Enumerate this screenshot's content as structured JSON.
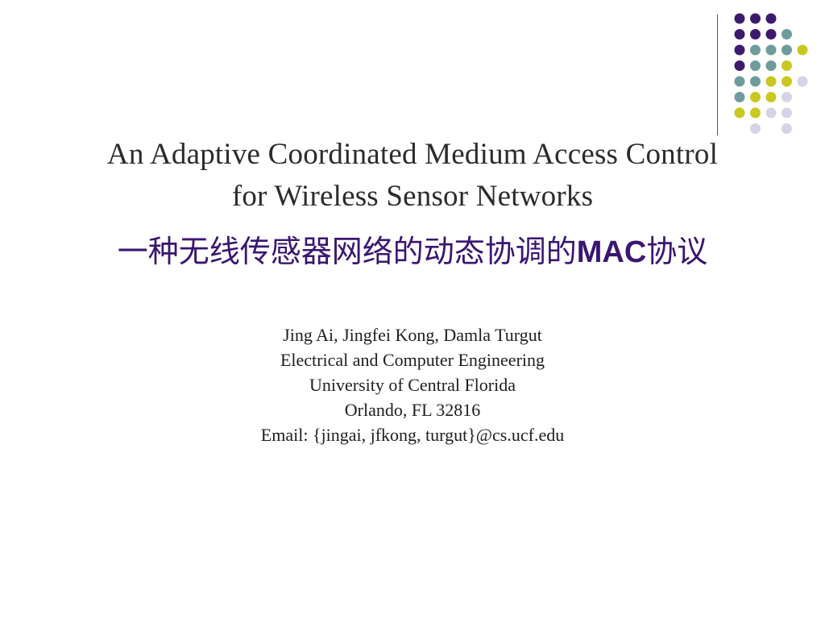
{
  "slide": {
    "title_line1": "An Adaptive Coordinated Medium Access Control",
    "title_line2": "for Wireless Sensor Networks",
    "subtitle_cn": "一种无线传感器网络的动态协调的",
    "subtitle_latin": "MAC",
    "subtitle_cn_tail": "协议",
    "authors": "Jing Ai, Jingfei Kong, Damla Turgut",
    "department": "Electrical and Computer Engineering",
    "university": "University of Central Florida",
    "location": "Orlando, FL 32816",
    "email": "Email: {jingai, jfkong, turgut}@cs.ucf.edu"
  },
  "theme": {
    "dot_purple": "#3d1a6e",
    "dot_teal": "#6e9c9c",
    "dot_yellow": "#c8c820",
    "dot_lavender": "#d4d4e6",
    "subtitle_color": "#3a1670"
  }
}
